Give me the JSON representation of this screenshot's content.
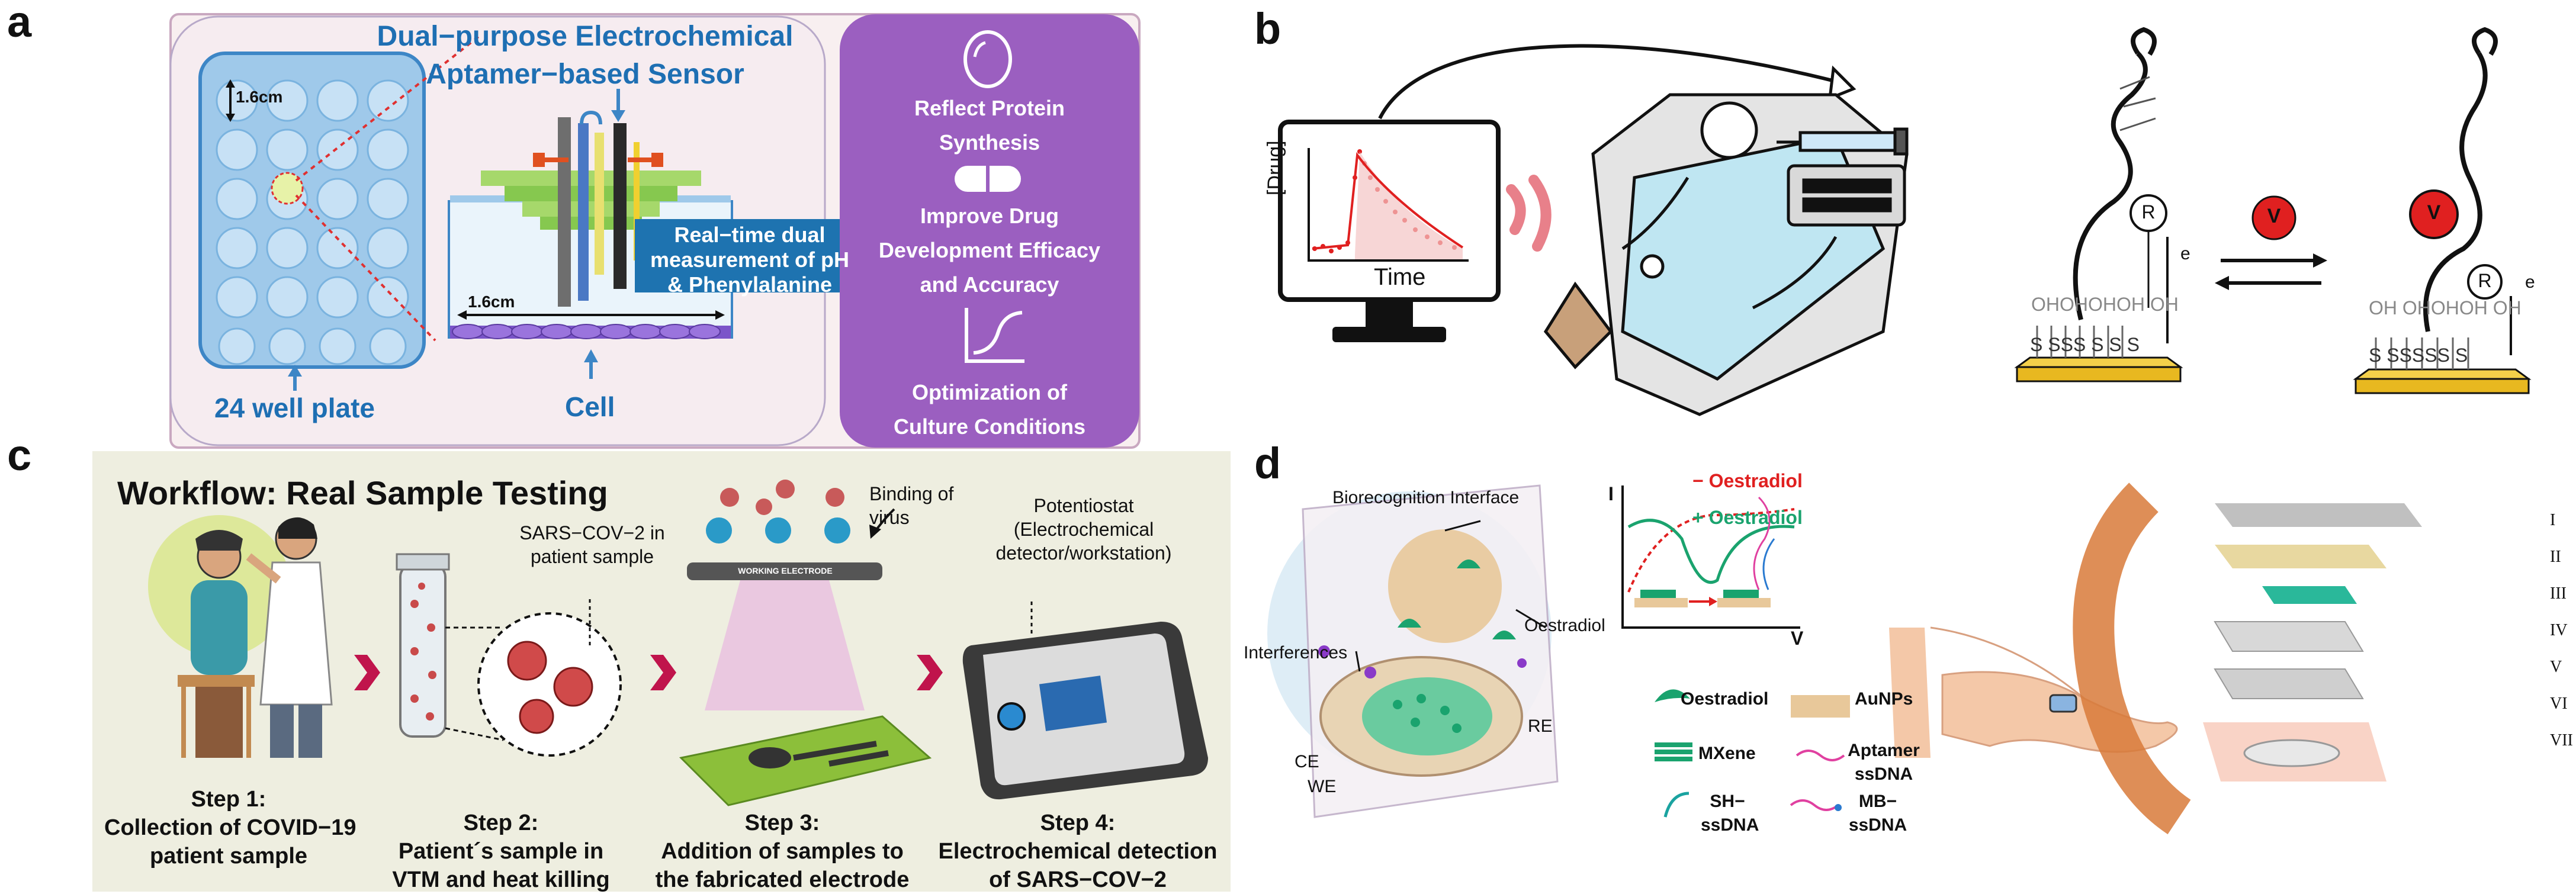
{
  "panels": {
    "a": "a",
    "b": "b",
    "c": "c",
    "d": "d"
  },
  "colors": {
    "panel_a_blue": "#1e6fb3",
    "panel_a_purple": "#9b5fc0",
    "panel_b_red": "#e02020",
    "panel_c_bg": "#eeeee0",
    "panel_c_arrow": "#c0144c",
    "panel_d_green": "#1aa36e",
    "panel_d_red": "#e02020"
  },
  "a": {
    "title_line1": "Dual−purpose Electrochemical",
    "title_line2": "Aptamer−based Sensor",
    "plate_dim": "1.6cm",
    "cell_dim": "1.6cm",
    "plate_label": "24 well plate",
    "cell_label": "Cell",
    "arrow_line1": "Real−time dual",
    "arrow_line2": "measurement of pH",
    "arrow_line3": "& Phenylalanine",
    "box_line1": "Reflect Protein",
    "box_line2": "Synthesis",
    "box_line3": "Improve Drug",
    "box_line4": "Development Efficacy",
    "box_line5": "and Accuracy",
    "box_line6": "Optimization of",
    "box_line7": "Culture Conditions"
  },
  "b": {
    "ylabel": "[Drug]",
    "xlabel": "Time",
    "r_label": "R",
    "r_label2": "R",
    "v_label": "V",
    "v_label2": "V",
    "e_label": "e",
    "e_label2": "e",
    "surface_left_oh": "OHOHOHOH OH",
    "surface_left_s": "S SSS S S S",
    "surface_right_oh": "OH OHOHOH OH",
    "surface_right_s": "S SSSSS S"
  },
  "c": {
    "title": "Workflow: Real Sample Testing",
    "sars_line1": "SARS−COV−2 in",
    "sars_line2": "patient sample",
    "binding_line1": "Binding of",
    "binding_line2": "virus",
    "electrode_label": "WORKING ELECTRODE",
    "pot_line1": "Potentiostat",
    "pot_line2": "(Electrochemical",
    "pot_line3": "detector/workstation)",
    "steps": [
      {
        "head": "Step 1:",
        "line1": "Collection of COVID−19",
        "line2": "patient sample"
      },
      {
        "head": "Step 2:",
        "line1": "Patient´s sample in",
        "line2": "VTM and heat killing"
      },
      {
        "head": "Step 3:",
        "line1": "Addition of samples to",
        "line2": "the fabricated electrode"
      },
      {
        "head": "Step 4:",
        "line1": "Electrochemical detection",
        "line2": "of SARS−COV−2"
      }
    ]
  },
  "d": {
    "biorecognition": "Biorecognition Interface",
    "interferences": "Interferences",
    "oestradiol_label": "Oestradiol",
    "re": "RE",
    "ce": "CE",
    "we": "WE",
    "y_axis": "I",
    "x_axis": "V",
    "minus_oestradiol": "− Oestradiol",
    "plus_oestradiol": "+ Oestradiol",
    "legend": {
      "oestradiol": "Oestradiol",
      "aunps": "AuNPs",
      "mxene": "MXene",
      "aptamer1": "Aptamer",
      "aptamer2": "ssDNA",
      "sh1": "SH−",
      "sh2": "ssDNA",
      "mb1": "MB−",
      "mb2": "ssDNA"
    },
    "layers": [
      "I",
      "II",
      "III",
      "IV",
      "V",
      "VI",
      "VII"
    ]
  }
}
